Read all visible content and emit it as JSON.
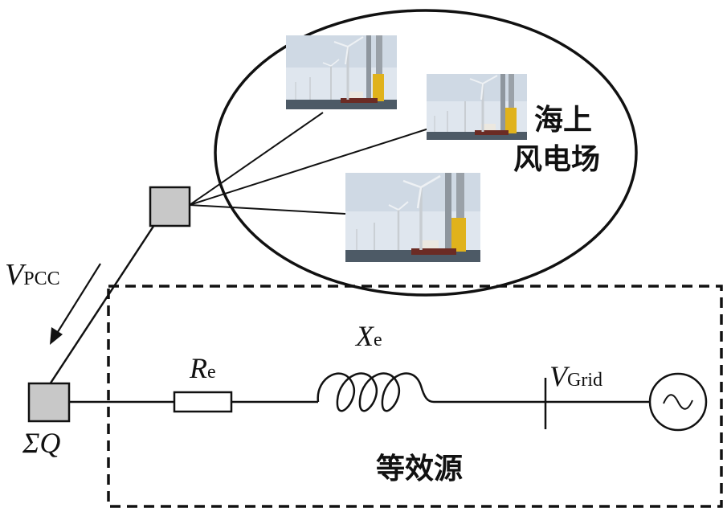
{
  "wind_farm": {
    "label_line1": "海上",
    "label_line2": "风电场",
    "photos": [
      {
        "name": "offshore-turbines-photo-top"
      },
      {
        "name": "offshore-turbines-photo-middle"
      },
      {
        "name": "offshore-turbines-photo-bottom"
      }
    ]
  },
  "pcc_voltage": {
    "symbol": "V",
    "subscript": "PCC"
  },
  "compensation": {
    "label": "ΣQ"
  },
  "equivalent_source": {
    "label": "等效源",
    "resistance": {
      "symbol": "R",
      "subscript": "e"
    },
    "reactance": {
      "symbol": "X",
      "subscript": "e"
    },
    "grid_voltage": {
      "symbol": "V",
      "subscript": "Grid"
    }
  },
  "colors": {
    "node_fill": "#c8c8c8",
    "line": "#111111",
    "sea": "#4d5a66",
    "sky": "#dfe6ee",
    "tower": "#e0b21c"
  }
}
